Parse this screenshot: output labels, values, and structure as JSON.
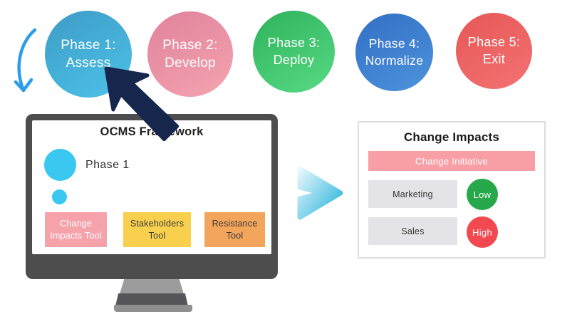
{
  "phases": [
    {
      "line1": "Phase 1:",
      "line2": "Assess",
      "color_top": "#3E9CC6",
      "color_bottom": "#4CC2E8"
    },
    {
      "line1": "Phase 2:",
      "line2": "Develop",
      "color_top": "#E0839B",
      "color_bottom": "#F4A3B0"
    },
    {
      "line1": "Phase 3:",
      "line2": "Deploy",
      "color_top": "#2FB25B",
      "color_bottom": "#58DA85"
    },
    {
      "line1": "Phase 4:",
      "line2": "Normalize",
      "color_top": "#326FC4",
      "color_bottom": "#4D93DC"
    },
    {
      "line1": "Phase 5:",
      "line2": "Exit",
      "color_top": "#E65757",
      "color_bottom": "#F47272"
    }
  ],
  "monitor": {
    "screen_title": "OCMS Framework",
    "phase_label": "Phase 1",
    "bubble_color": "#3AC8F0",
    "tools": [
      {
        "label": "Change Impacts Tool",
        "bg": "#F5A2AB",
        "text_color": "#FFFFFF"
      },
      {
        "label": "Stakeholders Tool",
        "bg": "#F8D04D",
        "text_color": "#3A3A3A"
      },
      {
        "label": "Resistance Tool",
        "bg": "#F3A55C",
        "text_color": "#3A3A3A"
      }
    ]
  },
  "impact_panel": {
    "title": "Change Impacts",
    "initiative": {
      "label": "Change Initiative",
      "bg": "#F89FA6"
    },
    "row_bg": "#E4E4E8",
    "rows": [
      {
        "name": "Marketing",
        "impact": "Low",
        "impact_color": "#27A84B"
      },
      {
        "name": "Sales",
        "impact": "High",
        "impact_color": "#F2484F"
      }
    ]
  },
  "cursor_color": "#16264C",
  "loop_arrow_color": "#2D9DE7",
  "flow_arrow_colors": {
    "start": "#E8F7FC",
    "end": "#3FBCDF"
  }
}
